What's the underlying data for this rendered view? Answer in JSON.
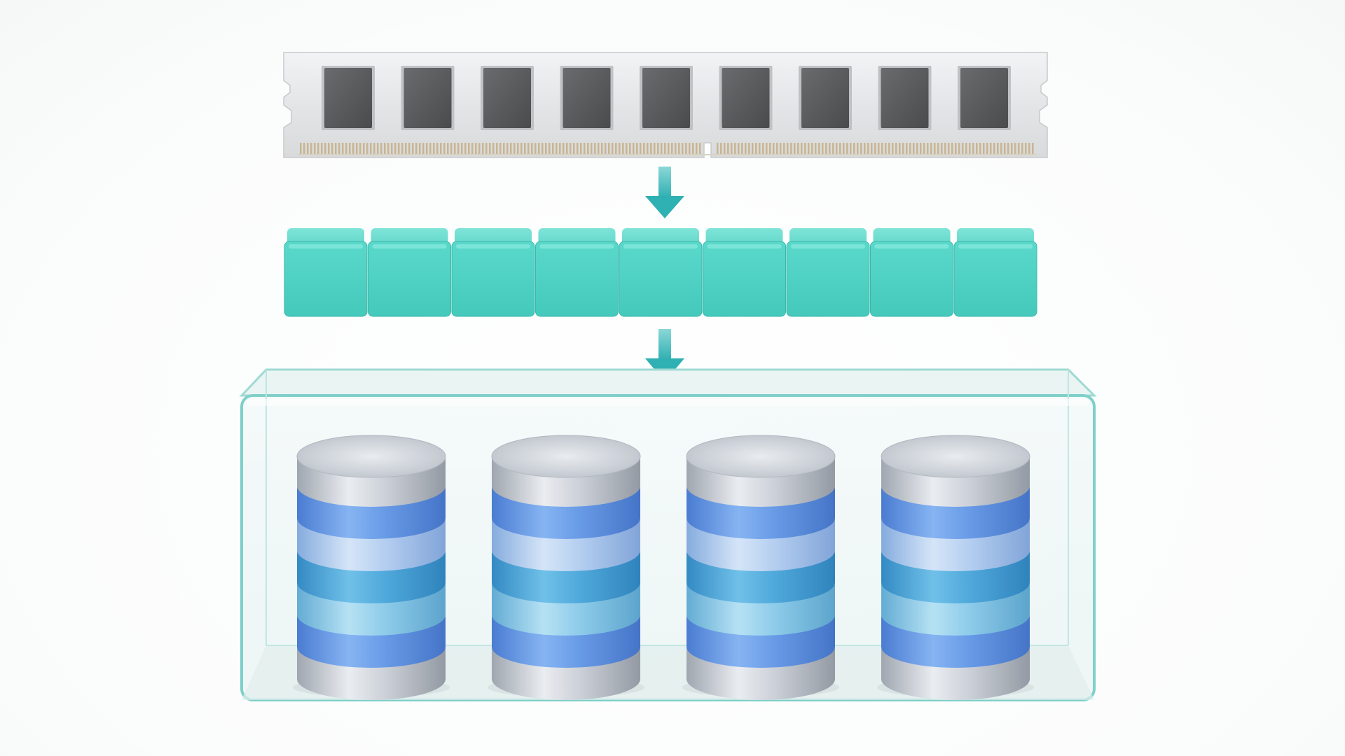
{
  "diagram": {
    "memory_module": {
      "chip_count": 9,
      "icon": "ram-module-icon"
    },
    "flow_arrows": {
      "count": 2,
      "icon": "down-arrow-icon"
    },
    "buffer_blocks": {
      "block_count": 9,
      "icon": "teal-block-icon"
    },
    "storage_container": {
      "icon": "glass-container-icon",
      "database_stacks": 4,
      "disk_layers_per_stack": 7
    }
  },
  "colors": {
    "background": "#ffffff",
    "module_board": "#e6e7e8",
    "chip": "#555657",
    "pin_gold": "#c9b590",
    "arrow_teal": "#3fb7b9",
    "block_teal": "#4fd3c5",
    "glass_edge": "#7fd0c8",
    "disk_silver": "#c5cad3",
    "disk_blue": "#5f95e6",
    "disk_light_blue": "#a8c8ef",
    "disk_teal_blue": "#45a3d8",
    "disk_aqua": "#7fc5e6"
  }
}
